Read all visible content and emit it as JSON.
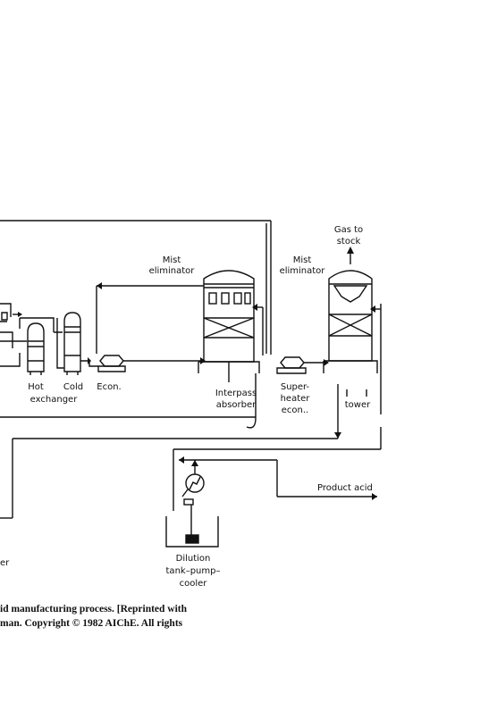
{
  "labels": {
    "gas_to_stock": [
      "Gas to",
      "stock"
    ],
    "mist_left": [
      "Mist",
      "eliminator"
    ],
    "mist_right": [
      "Mist",
      "eliminator"
    ],
    "hot_exchanger": [
      "Hot",
      "exchanger"
    ],
    "cold": "Cold",
    "econ": "Econ.",
    "interpass_absorber": [
      "Interpass",
      "absorber"
    ],
    "superheater": [
      "Super-",
      "heater",
      "econ.."
    ],
    "tower": "tower",
    "product_acid": "Product acid",
    "dilution": [
      "Dilution",
      "tank–pump–",
      "cooler"
    ],
    "er_fragment": "er"
  },
  "caption": {
    "line1": "id manufacturing process. [Reprinted with",
    "line2": "man. Copyright ©  1982 AIChE. All rights"
  }
}
